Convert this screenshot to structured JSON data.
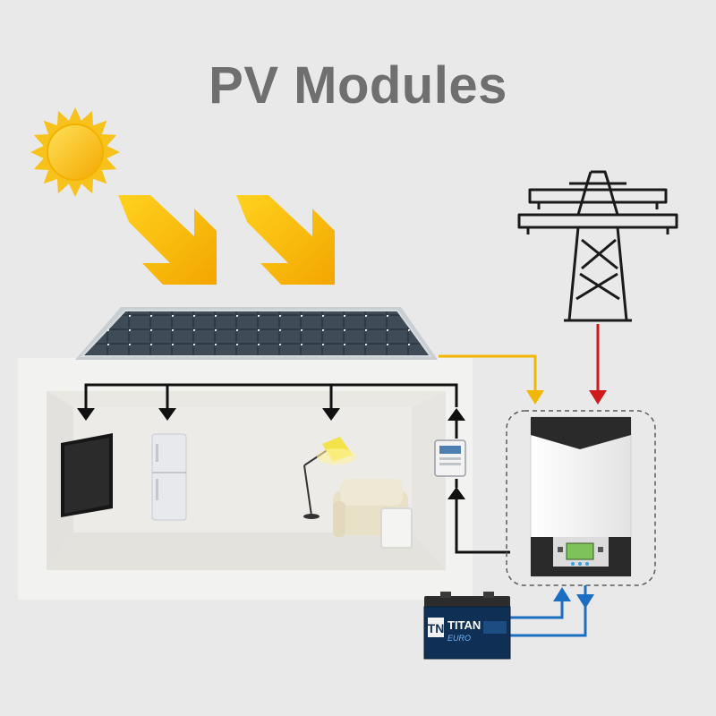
{
  "title": "PV Modules",
  "battery": {
    "brand": "TITAN",
    "sub": "EURO"
  },
  "colors": {
    "background": "#e9e9e9",
    "title": "#6f6f6f",
    "sun": "#f7c21b",
    "arrow_sun": "#f5c400",
    "pv_line": "#f2b705",
    "grid_line": "#d0191a",
    "battery_line": "#1b6fc2",
    "load_line": "#111111",
    "house": "#f4f4f2",
    "panel": "#3e4a55"
  }
}
